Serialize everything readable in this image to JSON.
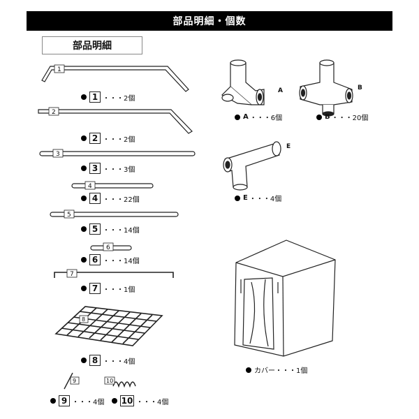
{
  "header": {
    "title": "部品明細・個数"
  },
  "section": {
    "title": "部品明細"
  },
  "parts": [
    {
      "num": "1",
      "count": "・・・2個"
    },
    {
      "num": "2",
      "count": "・・・2個"
    },
    {
      "num": "3",
      "count": "・・・3個"
    },
    {
      "num": "4",
      "count": "・・・22個"
    },
    {
      "num": "5",
      "count": "・・・14個"
    },
    {
      "num": "6",
      "count": "・・・14個"
    },
    {
      "num": "7",
      "count": "・・・1個"
    },
    {
      "num": "8",
      "count": "・・・4個"
    },
    {
      "num": "9",
      "count": "・・・4個"
    },
    {
      "num": "10",
      "count": "・・・4個"
    }
  ],
  "joints": [
    {
      "code": "A",
      "count": "・・・6個"
    },
    {
      "code": "B",
      "count": "・・・20個"
    },
    {
      "code": "E",
      "count": "・・・4個"
    }
  ],
  "cover": {
    "label": "カバー・・・1個"
  }
}
